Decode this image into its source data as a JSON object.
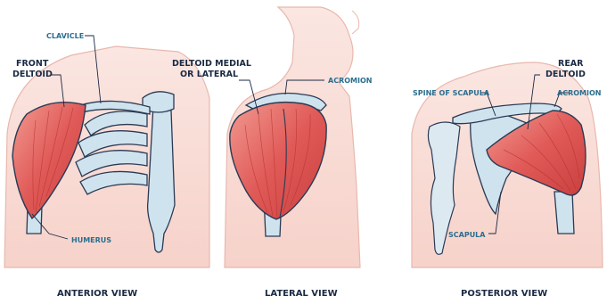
{
  "anterior": {
    "label_front_deltoid_line1": "FRONT",
    "label_front_deltoid_line2": "DELTOID",
    "label_clavicle": "CLAVICLE",
    "label_humerus": "HUMERUS",
    "caption": "ANTERIOR VIEW"
  },
  "lateral": {
    "label_deltoid_line1": "DELTOID MEDIAL",
    "label_deltoid_line2": "OR LATERAL",
    "label_acromion": "ACROMION",
    "caption": "LATERAL VIEW"
  },
  "posterior": {
    "label_spine": "SPINE OF SCAPULA",
    "label_rear_deltoid_line1": "REAR",
    "label_rear_deltoid_line2": "DELTOID",
    "label_acromion": "ACROMION",
    "label_scapula": "SCAPULA",
    "caption": "POSTERIOR VIEW"
  },
  "colors": {
    "skin": "#f8d9d3",
    "skin_dark": "#f0bdb4",
    "bone": "#cfe3ee",
    "bone_edge": "#2a3a55",
    "muscle": "#e05a58",
    "muscle_light": "#f08a84",
    "label": "#1a2a44",
    "label_accent": "#2a6e8f"
  }
}
